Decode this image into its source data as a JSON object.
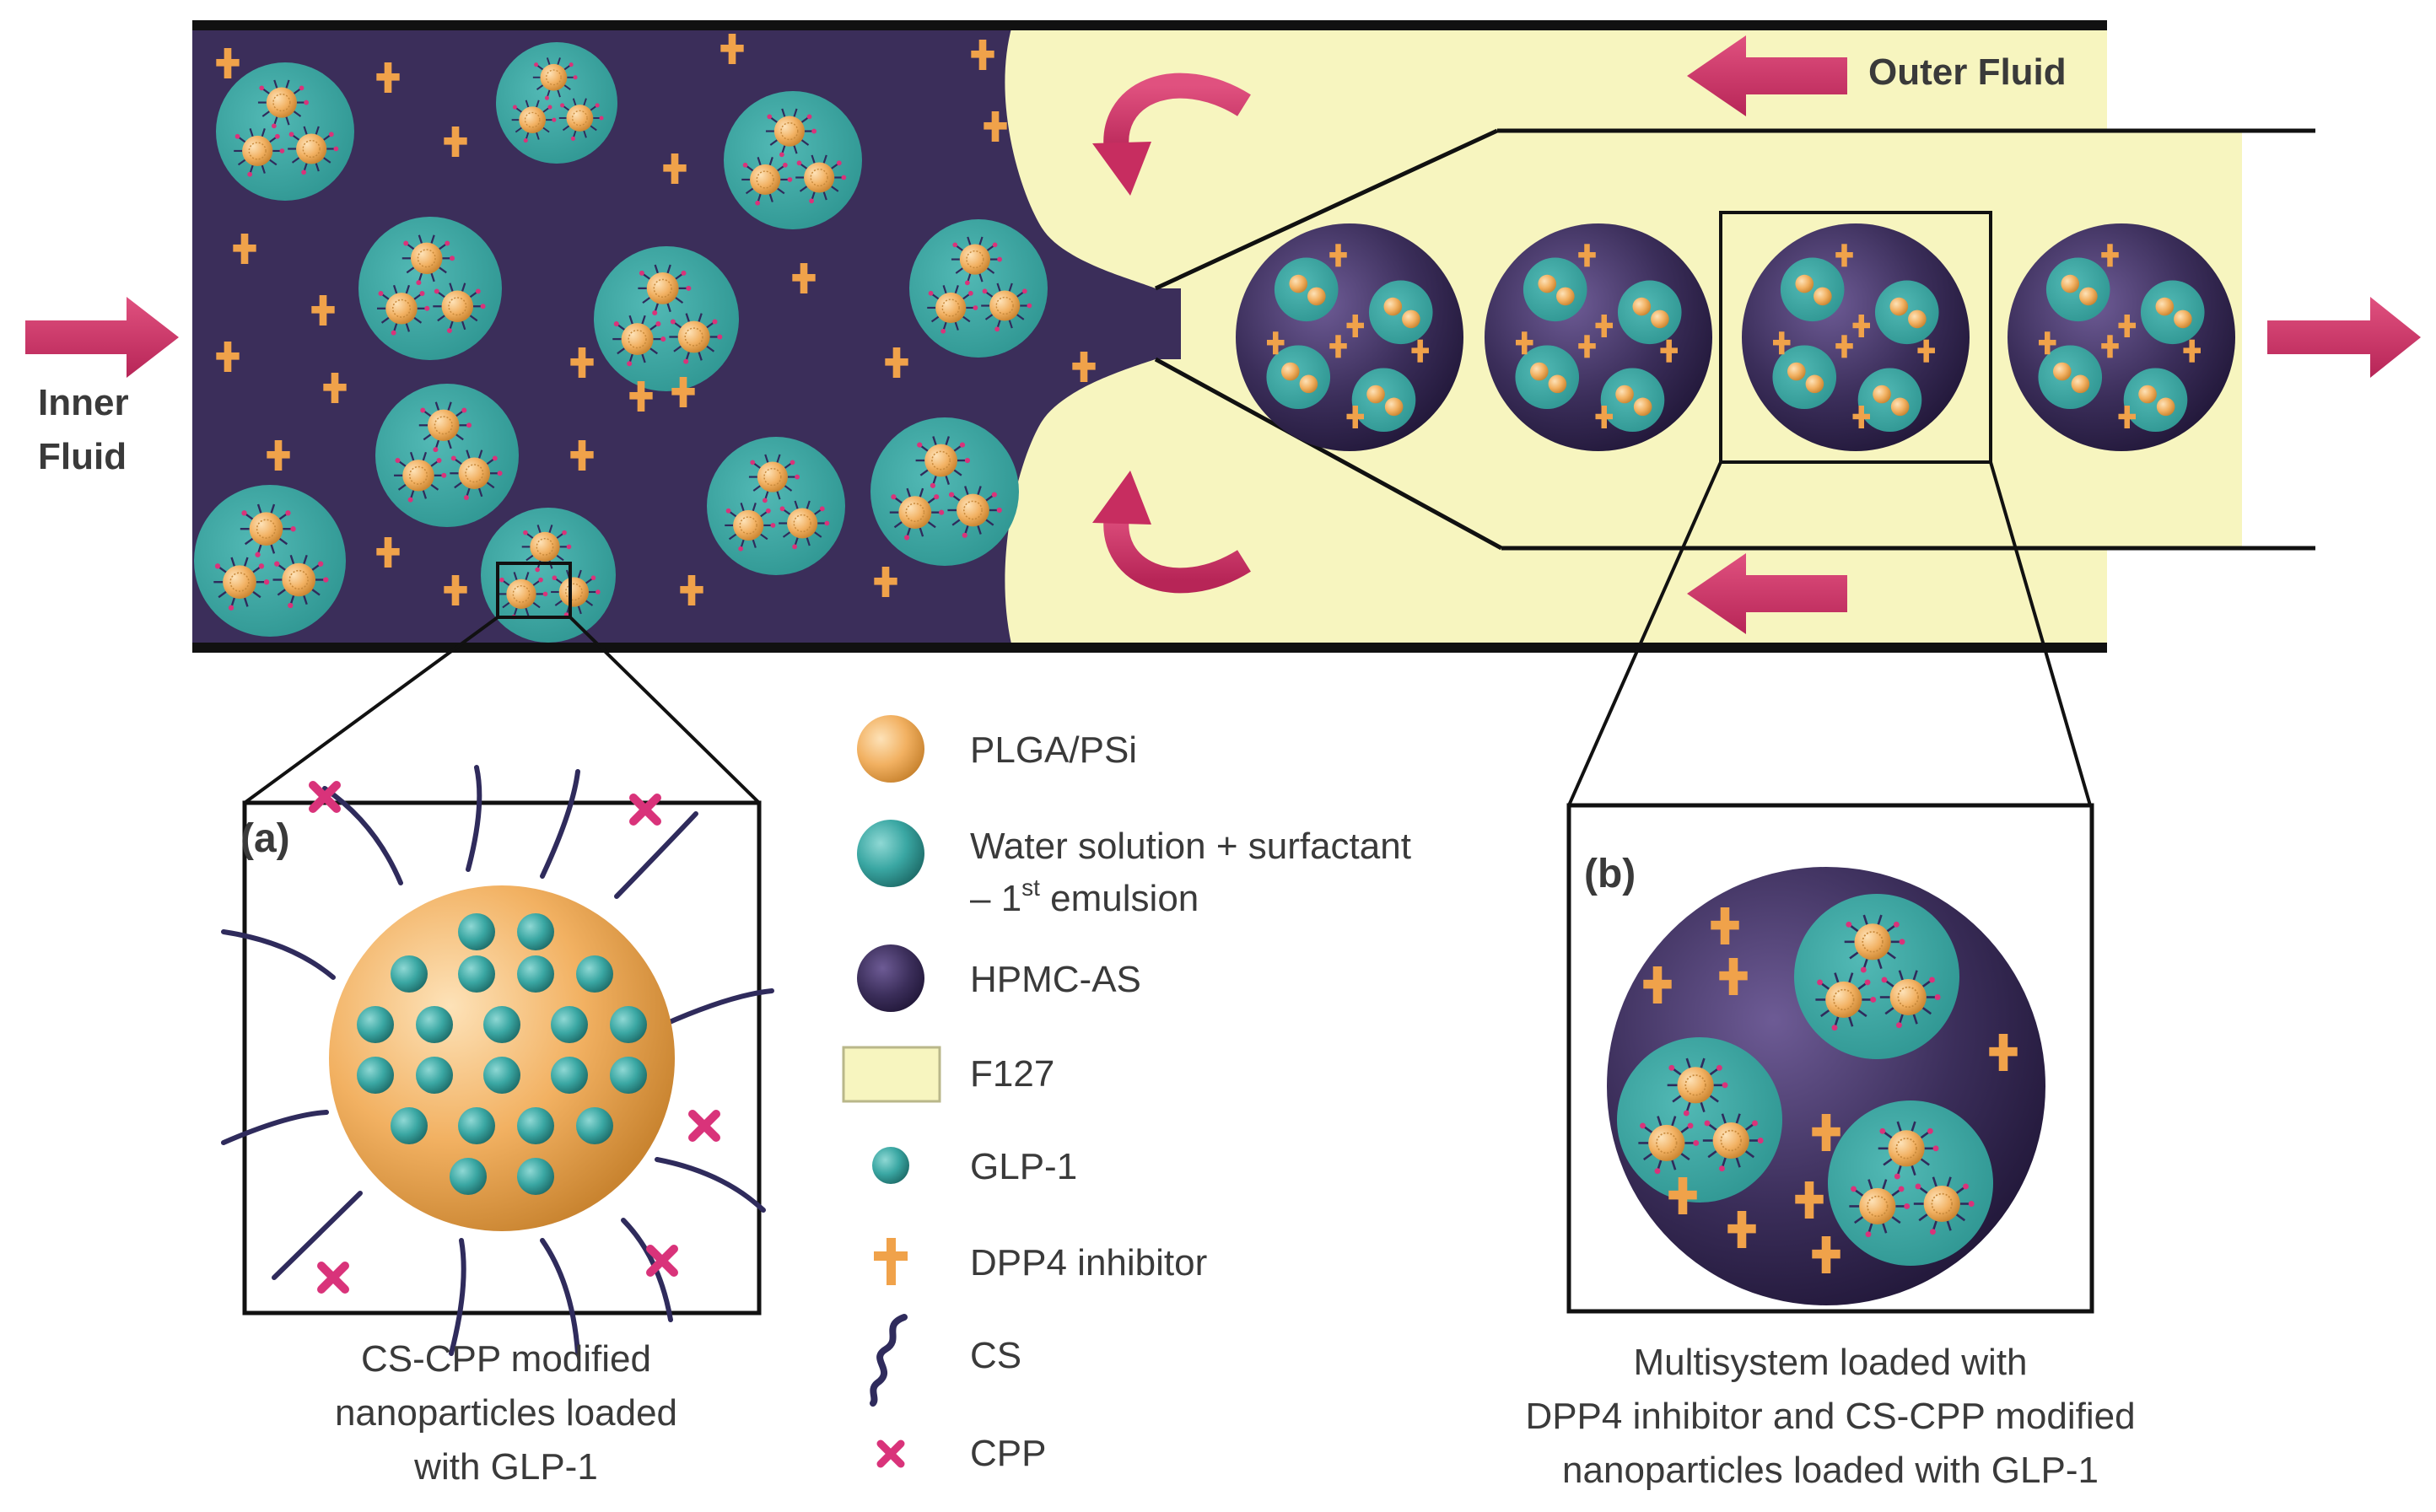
{
  "labels": {
    "inner_fluid_line1": "Inner",
    "inner_fluid_line2": "Fluid",
    "outer_fluid": "Outer Fluid",
    "panel_a_tag": "(a)",
    "panel_b_tag": "(b)",
    "caption_a": [
      "CS-CPP modified",
      "nanoparticles loaded",
      "with GLP-1"
    ],
    "caption_b": [
      "Multisystem loaded with",
      "DPP4 inhibitor and CS-CPP modified",
      "nanoparticles loaded with GLP-1"
    ]
  },
  "legend": [
    {
      "key": "plga",
      "icon": "orange-sphere-icon",
      "text": "PLGA/PSi"
    },
    {
      "key": "water",
      "icon": "teal-sphere-icon",
      "text": "Water solution + surfactant",
      "text2_pre": "– 1",
      "text2_sup": "st",
      "text2_post": " emulsion"
    },
    {
      "key": "hpmc",
      "icon": "purple-sphere-icon",
      "text": "HPMC-AS"
    },
    {
      "key": "f127",
      "icon": "yellow-box-icon",
      "text": "F127"
    },
    {
      "key": "glp1",
      "icon": "small-teal-sphere-icon",
      "text": "GLP-1"
    },
    {
      "key": "dpp4",
      "icon": "orange-cross-icon",
      "text": "DPP4 inhibitor"
    },
    {
      "key": "cs",
      "icon": "squiggle-icon",
      "text": "CS"
    },
    {
      "key": "cpp",
      "icon": "pink-x-icon",
      "text": "CPP"
    }
  ],
  "colors": {
    "inner_phase": "#3b2e5a",
    "outer_phase": "#f7f5bf",
    "emulsion": "#3aa7a3",
    "nanoparticle": "#f2b162",
    "dpp4": "#f0a24a",
    "cpp": "#d9337a",
    "arrow": "#cc3366"
  }
}
